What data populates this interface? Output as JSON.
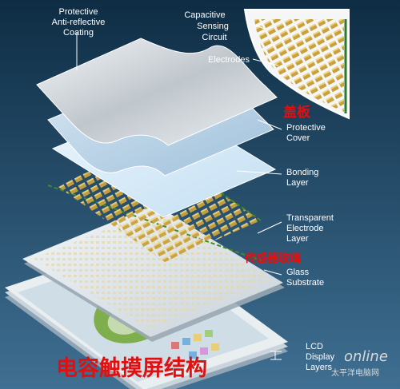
{
  "labels": {
    "coating": [
      "Protective",
      "Anti-reflective",
      "Coating"
    ],
    "sensing": [
      "Capacitive",
      "Sensing",
      "Circuit"
    ],
    "electrodes": "Electrodes",
    "cover_cn": "盖板",
    "cover": [
      "Protective",
      "Cover"
    ],
    "bonding": [
      "Bonding",
      "Layer"
    ],
    "transparent": [
      "Transparent",
      "Electrode",
      "Layer"
    ],
    "sensor_glass_cn": "传感器玻璃",
    "glass": [
      "Glass",
      "Substrate"
    ],
    "lcd": [
      "LCD",
      "Display",
      "Layers"
    ],
    "title_cn": "电容触摸屏结构",
    "watermark": "online",
    "watermark_cn": "太平洋电脑网"
  },
  "colors": {
    "background_top": "#0e2d44",
    "background_bottom": "#3f6f92",
    "accent_red": "#e01010",
    "electrode_gold": "#c8a040",
    "label_white": "#ffffff"
  }
}
